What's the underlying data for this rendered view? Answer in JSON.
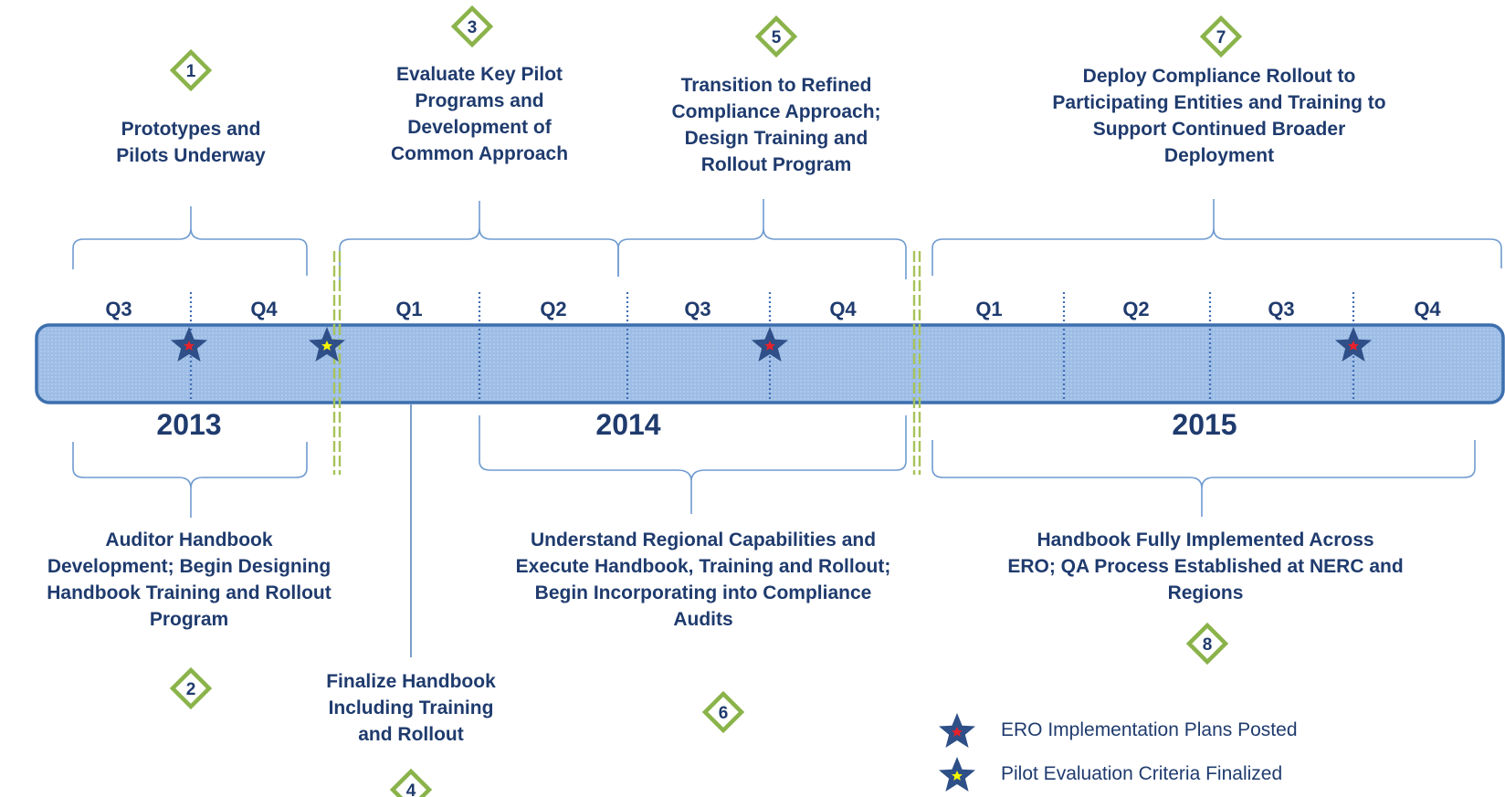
{
  "milestones": [
    {
      "num": "1",
      "text": "Prototypes and\nPilots Underway"
    },
    {
      "num": "2",
      "text": "Auditor Handbook\nDevelopment; Begin Designing\nHandbook Training and Rollout\nProgram"
    },
    {
      "num": "3",
      "text": "Evaluate Key Pilot\nPrograms and\nDevelopment of\nCommon Approach"
    },
    {
      "num": "4",
      "text": "Finalize Handbook\nIncluding  Training\nand Rollout"
    },
    {
      "num": "5",
      "text": "Transition to Refined\nCompliance Approach;\nDesign Training and\nRollout Program"
    },
    {
      "num": "6",
      "text": "Understand Regional Capabilities and\nExecute Handbook, Training and Rollout;\nBegin Incorporating into Compliance\nAudits"
    },
    {
      "num": "7",
      "text": "Deploy Compliance Rollout to\nParticipating Entities and Training to\nSupport Continued Broader\nDeployment"
    },
    {
      "num": "8",
      "text": "Handbook Fully Implemented Across\nERO; QA Process Established at NERC and\nRegions"
    }
  ],
  "quarters": [
    "Q3",
    "Q4",
    "Q1",
    "Q2",
    "Q3",
    "Q4",
    "Q1",
    "Q2",
    "Q3",
    "Q4"
  ],
  "years": [
    "2013",
    "2014",
    "2015"
  ],
  "legend": [
    {
      "label": "ERO Implementation Plans Posted",
      "center_color": "#e8212b"
    },
    {
      "label": "Pilot Evaluation Criteria Finalized",
      "center_color": "#f5f500"
    }
  ],
  "colors": {
    "text": "#1f3b6e",
    "bar_fill": "#9dbde6",
    "bar_stroke": "#3d6fae",
    "brace": "#6f9bd0",
    "diamond": "#8ab34a",
    "divider_green": "#a7c35a",
    "star": "#2e4f87"
  }
}
